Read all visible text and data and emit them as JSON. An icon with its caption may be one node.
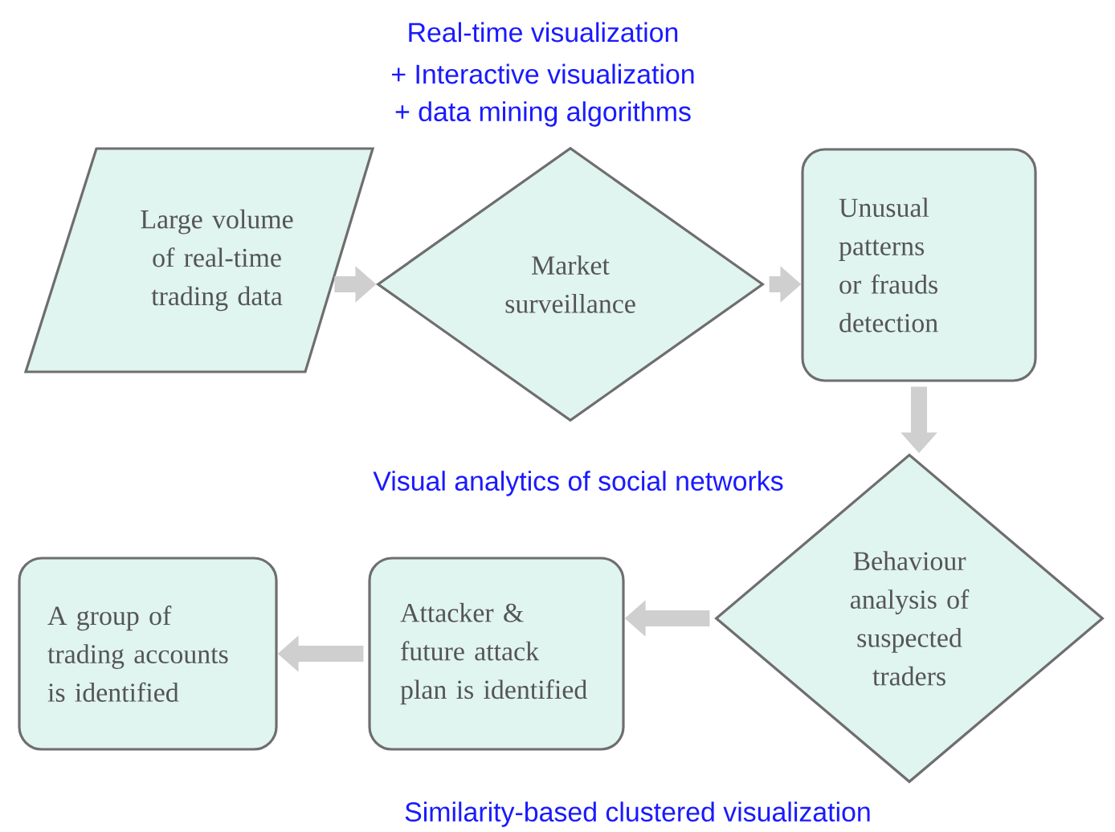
{
  "diagram": {
    "nodes": [
      {
        "text": [
          "Large volume of real-time trading data"
        ]
      },
      {
        "text": [
          "Market surveillance"
        ]
      },
      {
        "text": [
          "Unusual patterns or frauds detection"
        ]
      },
      {
        "text": [
          "Behaviour analysis of suspected traders"
        ]
      },
      {
        "text": [
          "Attacker & future attack plan is identified"
        ]
      },
      {
        "text": [
          "A group of trading accounts is identified"
        ]
      }
    ],
    "edges": [
      {
        "from": 0,
        "to": 1,
        "arrow": "to"
      },
      {
        "from": 1,
        "to": 2,
        "arrow": "to"
      },
      {
        "from": 2,
        "to": 3,
        "arrow": "to"
      },
      {
        "from": 3,
        "to": 4,
        "arrow": "to"
      },
      {
        "from": 4,
        "to": 5,
        "arrow": "to"
      }
    ],
    "labels": [
      "Real-time visualization",
      "+ Interactive visualization",
      "+ data mining algorithms",
      "Visual analytics of social networks",
      "Similarity-based clustered visualization"
    ]
  }
}
